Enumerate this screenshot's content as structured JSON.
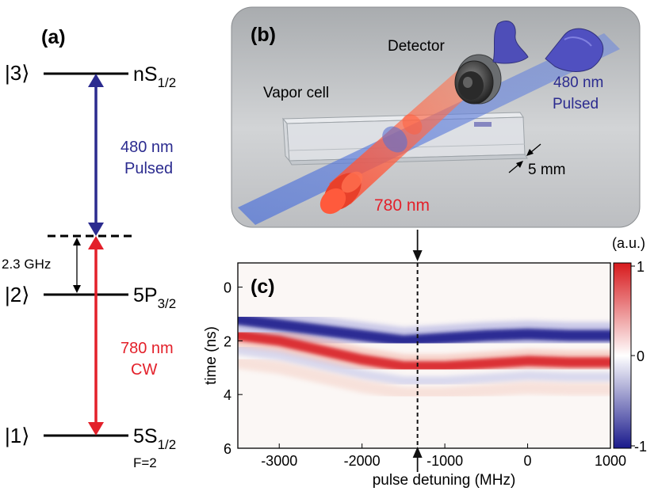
{
  "panel_a": {
    "label": "(a)",
    "states": [
      {
        "ket": "|3⟩",
        "name": "nS",
        "sub": "1/2",
        "extra": ""
      },
      {
        "ket": "|2⟩",
        "name": "5P",
        "sub": "3/2",
        "extra": ""
      },
      {
        "ket": "|1⟩",
        "name": "5S",
        "sub": "1/2",
        "extra": "F=2"
      }
    ],
    "blue_laser": {
      "line1": "480 nm",
      "line2": "Pulsed",
      "color": "#2b2b8f"
    },
    "red_laser": {
      "line1": "780 nm",
      "line2": "CW",
      "color": "#e3202a"
    },
    "detuning": "2.3 GHz"
  },
  "panel_b": {
    "label": "(b)",
    "detector": "Detector",
    "vapor_cell": "Vapor cell",
    "blue_beam_line1": "480 nm",
    "blue_beam_line2": "Pulsed",
    "red_beam": "780 nm",
    "cell_thickness": "5 mm"
  },
  "panel_c": {
    "label": "(c)",
    "ylabel": "time (ns)",
    "xlabel": "pulse detuning (MHz)",
    "colorbar_unit": "(a.u.)",
    "colorbar_ticks": [
      "1",
      "0",
      "-1"
    ],
    "colors": {
      "positive": "#d7191c",
      "negative": "#1a1a8c"
    }
  },
  "chart_data": {
    "type": "heatmap",
    "x": [
      -3500,
      -3000,
      -2500,
      -2000,
      -1500,
      -1000,
      -500,
      0,
      500,
      1000
    ],
    "xticks": [
      -3000,
      -2000,
      -1000,
      0,
      1000
    ],
    "yticks": [
      0,
      2,
      4,
      6
    ],
    "xlim": [
      -3500,
      1000
    ],
    "ylim": [
      6,
      -0.9
    ],
    "xlabel": "pulse detuning (MHz)",
    "ylabel": "time (ns)",
    "marker_detuning": -1330,
    "negative_band_time": [
      1.2,
      1.4,
      1.6,
      1.8,
      2.0,
      1.9,
      1.8,
      1.75,
      1.8,
      1.8
    ],
    "positive_band_time": [
      1.8,
      2.0,
      2.35,
      2.7,
      2.95,
      2.95,
      2.85,
      2.75,
      2.8,
      2.8
    ],
    "colorbar_range": [
      -1,
      1
    ]
  }
}
